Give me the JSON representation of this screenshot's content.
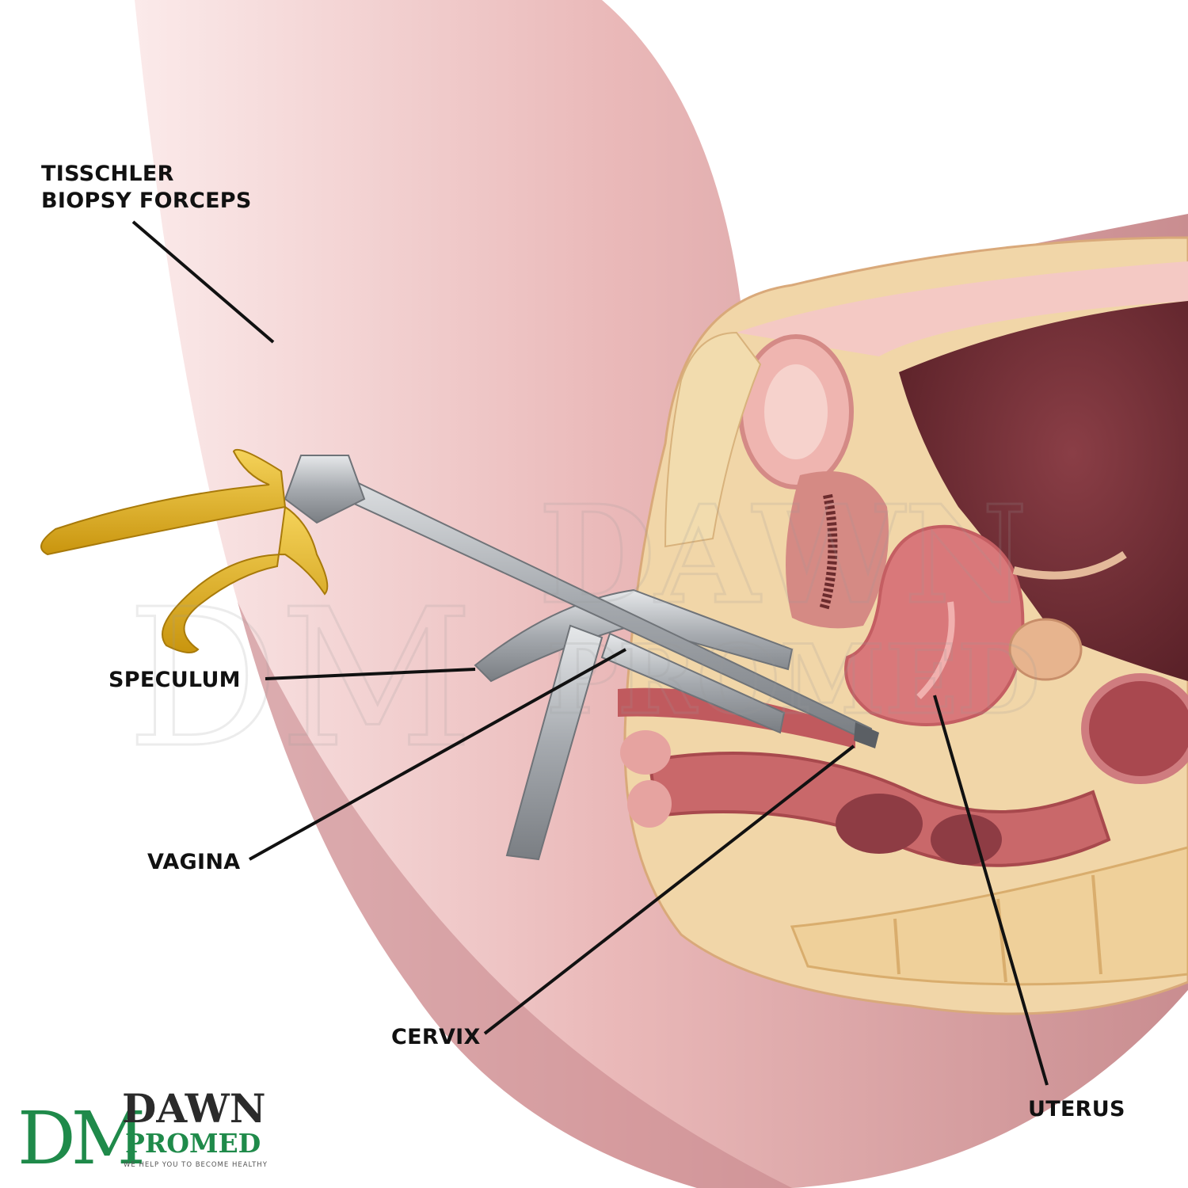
{
  "labels": {
    "forceps_line1": "TISSCHLER",
    "forceps_line2": "BIOPSY FORCEPS",
    "speculum": "SPECULUM",
    "vagina": "VAGINA",
    "cervix": "CERVIX",
    "uterus": "UTERUS"
  },
  "logo": {
    "monogram": "DM",
    "name_top": "DAWN",
    "name_bottom": "PROMED",
    "tagline": "WE HELP YOU TO BECOME HEALTHY"
  },
  "colors": {
    "brand_green": "#1f8a4a",
    "brand_dark": "#2b2b2b",
    "skin": "#e9b7b6",
    "tissue": "#d9787a",
    "fat": "#f1d6a8",
    "instrument": "#a9adb2",
    "handle_gold": "#e3b21a"
  },
  "watermark_text": "DAWN PROMED"
}
